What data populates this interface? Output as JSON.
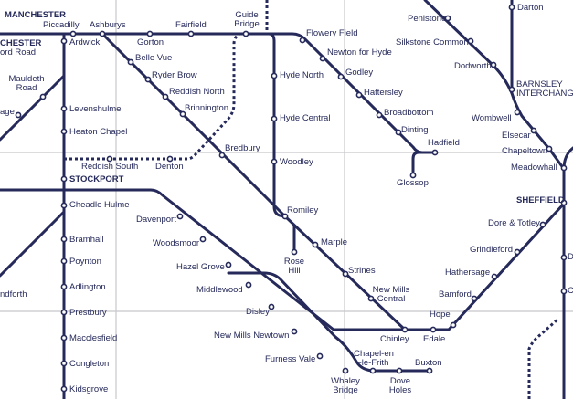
{
  "colors": {
    "line": "#262a5a",
    "grid": "#c8c8cc",
    "background": "#ffffff",
    "station_fill": "#ffffff"
  },
  "labels": {
    "manchester": "MANCHESTER",
    "piccadilly": "Piccadilly",
    "manchester_left": "CHESTER",
    "oxford_road": "ord Road",
    "ashburys": "Ashburys",
    "ardwick": "Ardwick",
    "gorton": "Gorton",
    "fairfield": "Fairfield",
    "guide_bridge_1": "Guide",
    "guide_bridge_2": "Bridge",
    "flowery_field": "Flowery Field",
    "newton_for_hyde": "Newton for Hyde",
    "godley": "Godley",
    "hattersley": "Hattersley",
    "broadbottom": "Broadbottom",
    "dinting": "Dinting",
    "hadfield": "Hadfield",
    "glossop": "Glossop",
    "hyde_north": "Hyde North",
    "hyde_central": "Hyde Central",
    "woodley": "Woodley",
    "romiley": "Romiley",
    "rose_hill_1": "Rose",
    "rose_hill_2": "Hill",
    "marple": "Marple",
    "strines": "Strines",
    "new_mills_central_1": "New Mills",
    "new_mills_central_2": "Central",
    "chinley": "Chinley",
    "edale": "Edale",
    "hope": "Hope",
    "bamford": "Bamford",
    "hathersage": "Hathersage",
    "grindleford": "Grindleford",
    "dore_totley": "Dore & Totley",
    "sheffield": "SHEFFIELD",
    "meadowhall": "Meadowhall",
    "chapeltown": "Chapeltown",
    "elsecar": "Elsecar",
    "wombwell": "Wombwell",
    "barnsley_1": "BARNSLEY",
    "barnsley_2": "INTERCHANGE",
    "dodworth": "Dodworth",
    "silkstone_common": "Silkstone Common",
    "penistone": "Penistone",
    "darton": "Darton",
    "belle_vue": "Belle Vue",
    "ryder_brow": "Ryder Brow",
    "reddish_north": "Reddish North",
    "brinnington": "Brinnington",
    "bredbury": "Bredbury",
    "reddish_south": "Reddish South",
    "denton": "Denton",
    "levenshulme": "Levenshulme",
    "heaton_chapel": "Heaton Chapel",
    "stockport": "STOCKPORT",
    "cheadle_hulme": "Cheadle Hulme",
    "bramhall": "Bramhall",
    "poynton": "Poynton",
    "adlington": "Adlington",
    "prestbury": "Prestbury",
    "macclesfield": "Macclesfield",
    "congleton": "Congleton",
    "kidsgrove": "Kidsgrove",
    "mauldeth_road_1": "Mauldeth",
    "mauldeth_road_2": "Road",
    "left_edge_upper": "age",
    "left_edge_lower": "ndforth",
    "davenport": "Davenport",
    "woodsmoor": "Woodsmoor",
    "hazel_grove": "Hazel Grove",
    "middlewood": "Middlewood",
    "disley": "Disley",
    "new_mills_newtown": "New Mills Newtown",
    "furness_vale": "Furness Vale",
    "whaley_bridge_1": "Whaley",
    "whaley_bridge_2": "Bridge",
    "chapel_en_le_frith_1": "Chapel-en",
    "chapel_en_le_frith_2": "-le-Frith",
    "dove_holes_1": "Dove",
    "dove_holes_2": "Holes",
    "buxton": "Buxton",
    "right_edge_d": "D",
    "right_edge_c": "C"
  }
}
